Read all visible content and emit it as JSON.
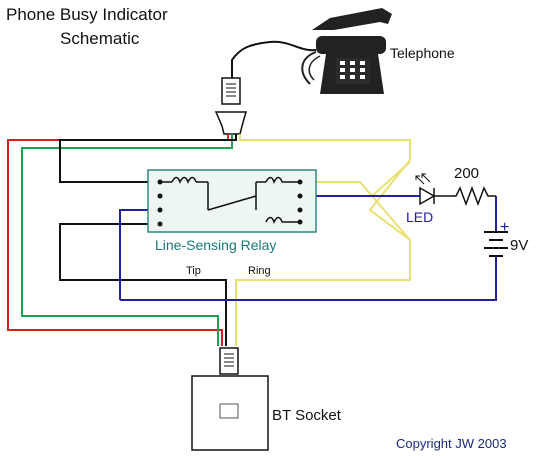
{
  "title": {
    "line1": "Phone Busy Indicator",
    "line2": "Schematic"
  },
  "labels": {
    "telephone": "Telephone",
    "relay": "Line-Sensing Relay",
    "led": "LED",
    "resistor": "200",
    "battery": "9V",
    "battery_polarity": "+",
    "tip": "Tip",
    "ring": "Ring",
    "socket": "BT Socket",
    "copyright": "Copyright JW 2003"
  },
  "colors": {
    "red": "#d42020",
    "green": "#20a050",
    "black": "#111111",
    "yellow": "#e8e070",
    "blue": "#2020a0",
    "relay_box": "#2a8a80",
    "relay_fill": "#eef6f4",
    "relay_label": "#1a7a7a",
    "copyright": "#1a2a7a"
  }
}
